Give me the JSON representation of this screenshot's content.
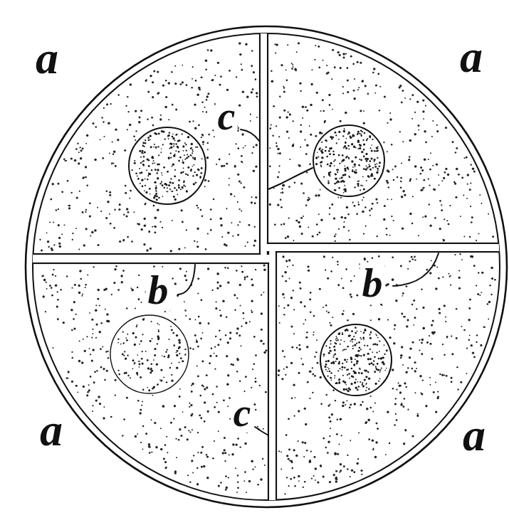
{
  "diagram": {
    "labels": [
      "a",
      "c",
      "a",
      "b",
      "b",
      "a",
      "c",
      "a"
    ]
  }
}
